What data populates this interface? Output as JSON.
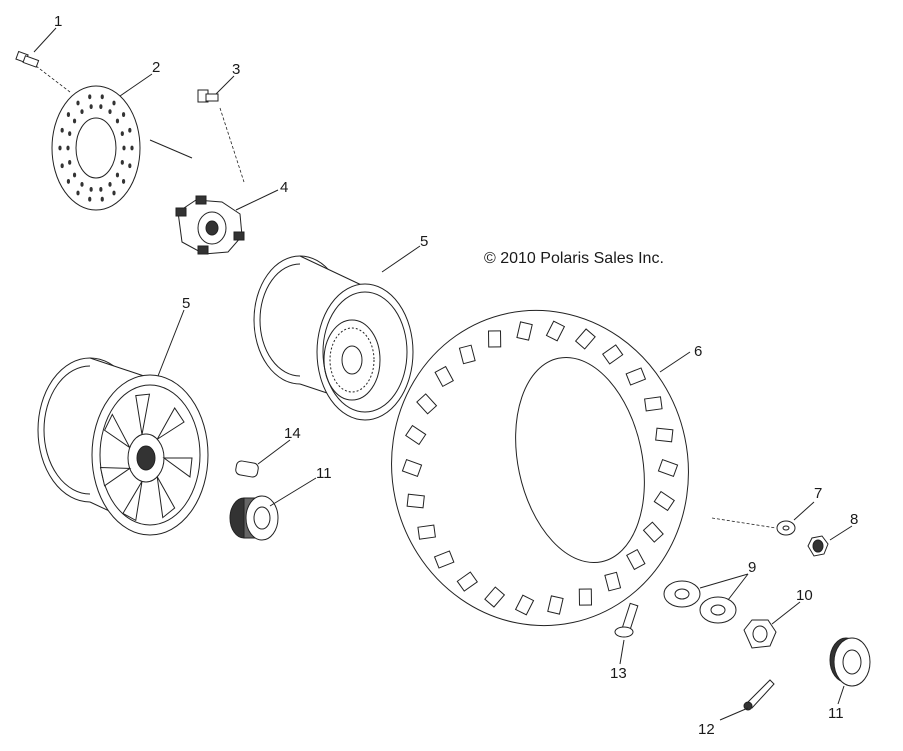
{
  "copyright": "© 2010 Polaris Sales Inc.",
  "callouts": [
    {
      "id": "c1",
      "label": "1"
    },
    {
      "id": "c2",
      "label": "2"
    },
    {
      "id": "c3",
      "label": "3"
    },
    {
      "id": "c4",
      "label": "4"
    },
    {
      "id": "c5a",
      "label": "5"
    },
    {
      "id": "c5b",
      "label": "5"
    },
    {
      "id": "c6",
      "label": "6"
    },
    {
      "id": "c7",
      "label": "7"
    },
    {
      "id": "c8",
      "label": "8"
    },
    {
      "id": "c9",
      "label": "9"
    },
    {
      "id": "c10",
      "label": "10"
    },
    {
      "id": "c11a",
      "label": "11"
    },
    {
      "id": "c11b",
      "label": "11"
    },
    {
      "id": "c12",
      "label": "12"
    },
    {
      "id": "c13",
      "label": "13"
    },
    {
      "id": "c14",
      "label": "14"
    }
  ]
}
